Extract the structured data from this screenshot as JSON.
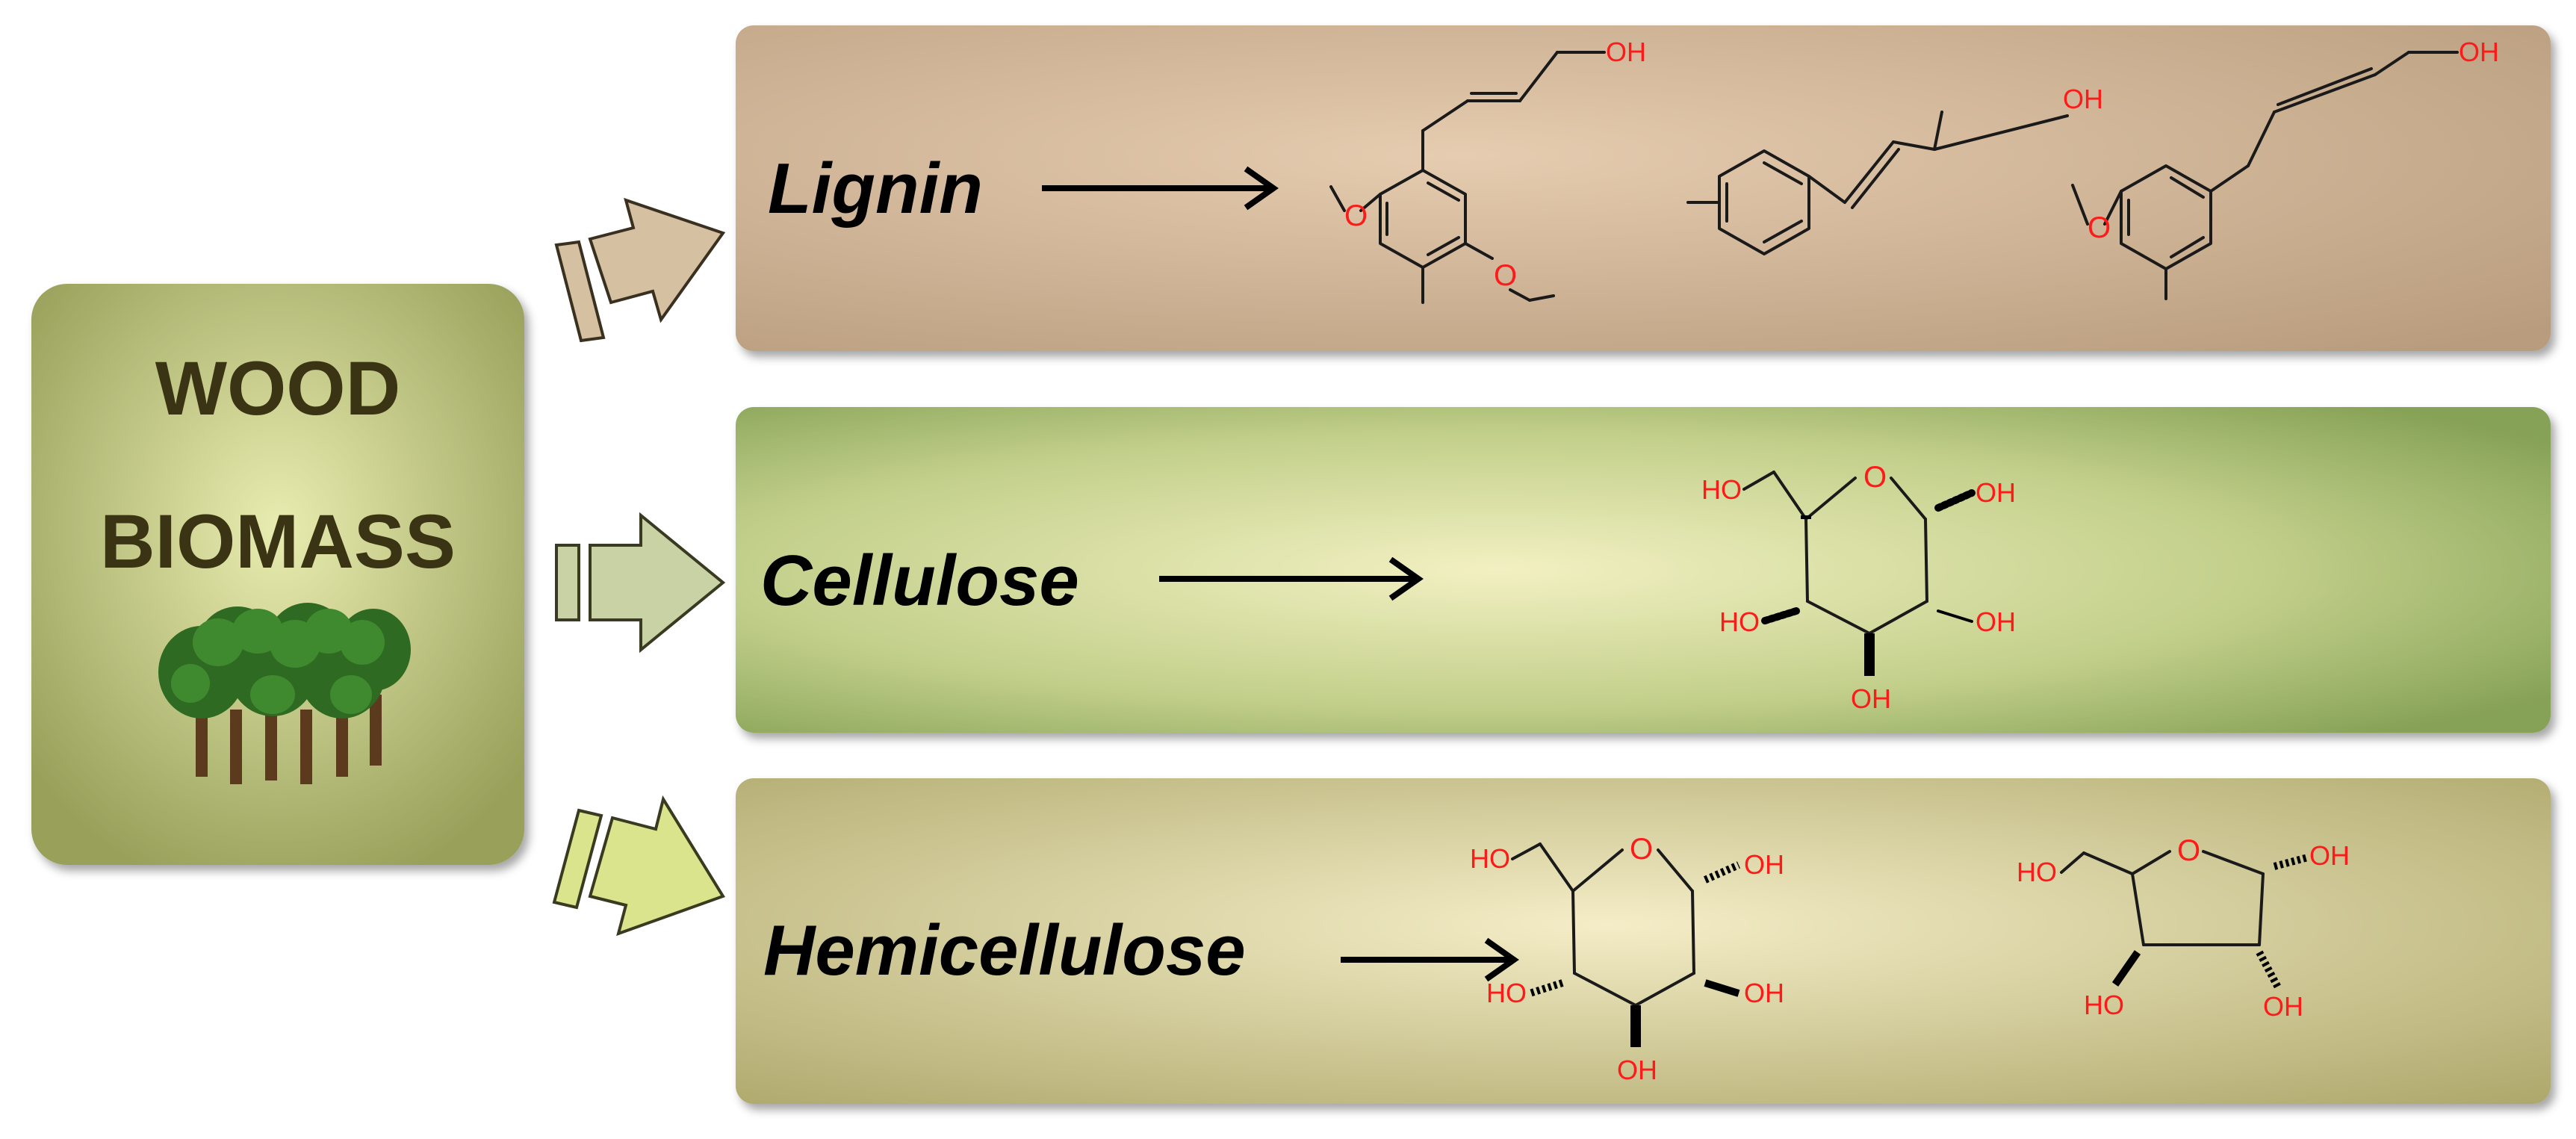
{
  "source": {
    "line1": "WOOD",
    "line2": "BIOMASS"
  },
  "components": [
    {
      "label": "Lignin",
      "bg_colors": [
        "#e2c7aa",
        "#b89e80"
      ]
    },
    {
      "label": "Cellulose",
      "bg_colors": [
        "#f0efc0",
        "#8ca75c"
      ]
    },
    {
      "label": "Hemicellulose",
      "bg_colors": [
        "#f2ebc4",
        "#b0aa6e"
      ]
    }
  ],
  "atoms": {
    "oxygen": "O",
    "hydroxyl": "OH",
    "hydroxyl_left": "HO"
  },
  "colors": {
    "heteroatom": "#ff1a1a",
    "bond": "#1a1a1a"
  }
}
